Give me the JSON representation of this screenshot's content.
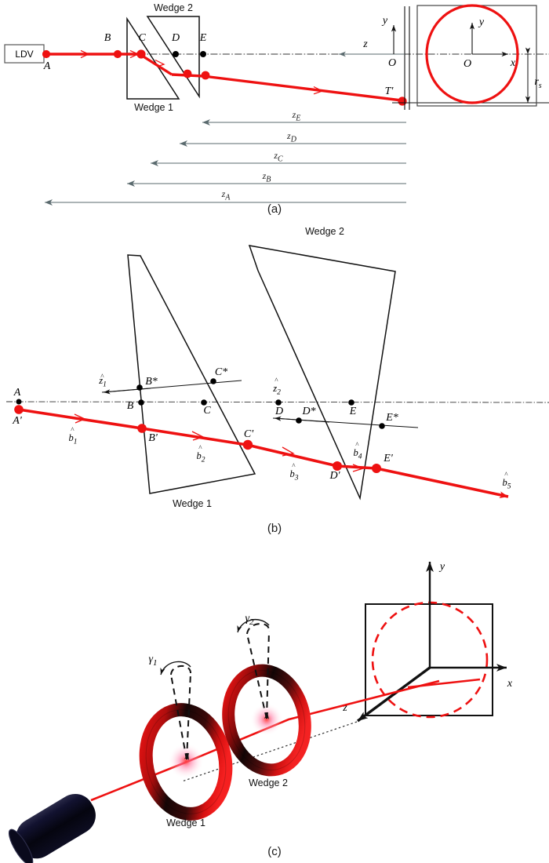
{
  "figure": {
    "title_absent": true,
    "panels": [
      {
        "id": "a",
        "caption": "(a)",
        "description": "Side view of laser beam through two Risley wedge prisms onto target plane",
        "labels": {
          "ldv": "LDV",
          "wedge1": "Wedge 1",
          "wedge2": "Wedge 2",
          "points": [
            "A",
            "B",
            "C",
            "D",
            "E"
          ],
          "target_point": "T'",
          "axis_z": "z",
          "axis_y_left": "y",
          "axis_y_target": "y",
          "axis_x_target": "x",
          "origin_left": "O",
          "origin_target": "O",
          "scan_radius": "r",
          "scan_radius_sub": "s"
        },
        "distances": [
          {
            "label": "z",
            "sub": "E"
          },
          {
            "label": "z",
            "sub": "D"
          },
          {
            "label": "z",
            "sub": "C"
          },
          {
            "label": "z",
            "sub": "B"
          },
          {
            "label": "z",
            "sub": "A"
          }
        ]
      },
      {
        "id": "b",
        "caption": "(b)",
        "description": "Detailed ray-trace geometry with surface normals and unit direction vectors",
        "labels": {
          "wedge1": "Wedge 1",
          "wedge2": "Wedge 2",
          "axis_points": [
            "A",
            "B",
            "C",
            "D",
            "E"
          ],
          "ray_points": [
            "A'",
            "B'",
            "C'",
            "D'",
            "E'"
          ],
          "star_points": [
            "B*",
            "C*",
            "D*",
            "E*"
          ],
          "normals": [
            {
              "base": "z",
              "sub": "1"
            },
            {
              "base": "z",
              "sub": "2"
            }
          ],
          "directions": [
            {
              "base": "b",
              "sub": "1"
            },
            {
              "base": "b",
              "sub": "2"
            },
            {
              "base": "b",
              "sub": "3"
            },
            {
              "base": "b",
              "sub": "4"
            },
            {
              "base": "b",
              "sub": "5"
            }
          ]
        }
      },
      {
        "id": "c",
        "caption": "(c)",
        "description": "Three-dimensional perspective of the LDV head, two rotating wedges and the scanned circular pattern on the target",
        "labels": {
          "wedge1": "Wedge 1",
          "wedge2": "Wedge 2",
          "rotation_angles": [
            {
              "base": "γ",
              "sub": "1"
            },
            {
              "base": "γ",
              "sub": "2"
            }
          ],
          "axis_x": "x",
          "axis_y": "y",
          "axis_z": "z"
        }
      }
    ]
  },
  "colors": {
    "beam_red": "#ee1111",
    "line_black": "#111111",
    "dim_gray": "#5a6a6e",
    "device_dark": "#0b0b20",
    "background": "#ffffff"
  }
}
